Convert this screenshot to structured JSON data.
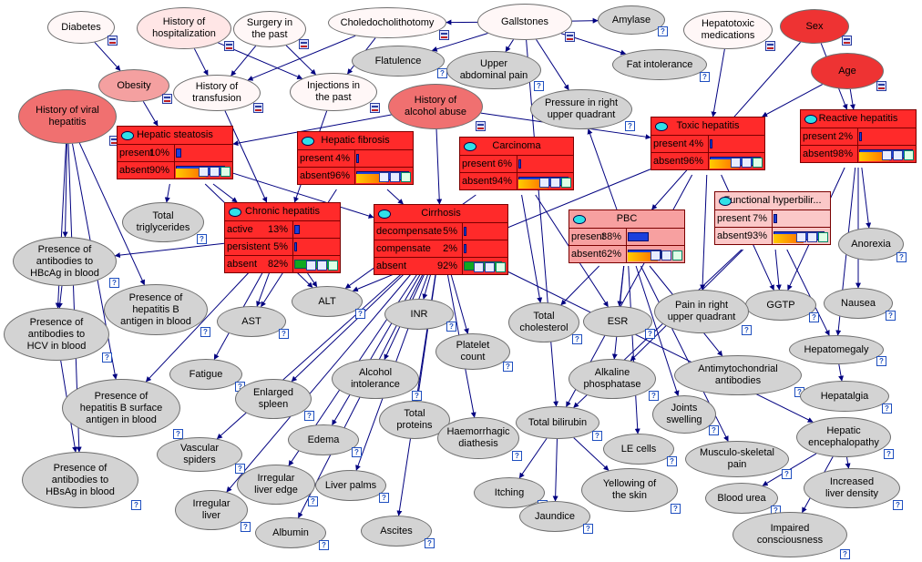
{
  "colors": {
    "edge": "#000080",
    "node_gray": "#d3d3d3",
    "node_white": "#fff7f7",
    "node_pink_light": "#ffe6e6",
    "node_pink": "#f4a0a0",
    "node_salmon": "#f07070",
    "node_red": "#ee3333",
    "box_red": "#ff2a2a",
    "box_pink": "#f7a0a0",
    "box_light": "#fbc8c8",
    "bar_blue": "#1c3fdc",
    "bar_green": "#10a820"
  },
  "icons": {
    "question": "question-icon",
    "monitor": "monitor-icon",
    "check": "check-icon"
  },
  "nodes": [
    {
      "id": "diabetes",
      "label": "Diabetes",
      "fill": "white",
      "q": false
    },
    {
      "id": "hist_hosp",
      "label": "History of\nhospitalization",
      "fill": "pink_light",
      "q": false
    },
    {
      "id": "surgery",
      "label": "Surgery in\nthe past",
      "fill": "white",
      "q": false
    },
    {
      "id": "choledoch",
      "label": "Choledocholithotomy",
      "fill": "white",
      "q": false
    },
    {
      "id": "gallstones",
      "label": "Gallstones",
      "fill": "white",
      "q": false
    },
    {
      "id": "amylase",
      "label": "Amylase",
      "fill": "gray",
      "q": true
    },
    {
      "id": "hepatotoxic",
      "label": "Hepatotoxic\nmedications",
      "fill": "white",
      "q": false
    },
    {
      "id": "sex",
      "label": "Sex",
      "fill": "red",
      "q": false
    },
    {
      "id": "flatulence",
      "label": "Flatulence",
      "fill": "gray",
      "q": true
    },
    {
      "id": "fat_intol",
      "label": "Fat intolerance",
      "fill": "gray",
      "q": true
    },
    {
      "id": "obesity",
      "label": "Obesity",
      "fill": "pink",
      "q": false
    },
    {
      "id": "upper_abd",
      "label": "Upper\nabdominal pain",
      "fill": "gray",
      "q": true
    },
    {
      "id": "age",
      "label": "Age",
      "fill": "red",
      "q": false
    },
    {
      "id": "hist_transf",
      "label": "History of\ntransfusion",
      "fill": "white",
      "q": false
    },
    {
      "id": "injections",
      "label": "Injections in\nthe past",
      "fill": "white",
      "q": false
    },
    {
      "id": "hist_viral",
      "label": "History of viral\nhepatitis",
      "fill": "salmon",
      "q": false
    },
    {
      "id": "hist_alcohol",
      "label": "History of\nalcohol abuse",
      "fill": "salmon",
      "q": false
    },
    {
      "id": "pressure_ruq",
      "label": "Pressure in right\nupper quadrant",
      "fill": "gray",
      "q": true
    },
    {
      "id": "total_trig",
      "label": "Total\ntriglycerides",
      "fill": "gray",
      "q": true
    },
    {
      "id": "anorexia",
      "label": "Anorexia",
      "fill": "gray",
      "q": true
    },
    {
      "id": "hbcag",
      "label": "Presence of\nantibodies to\nHBcAg in blood",
      "fill": "gray",
      "q": true
    },
    {
      "id": "hbsag_antigen",
      "label": "Presence of\nhepatitis B\nantigen in blood",
      "fill": "gray",
      "q": true
    },
    {
      "id": "alt",
      "label": "ALT",
      "fill": "gray",
      "q": true
    },
    {
      "id": "ggtp",
      "label": "GGTP",
      "fill": "gray",
      "q": true
    },
    {
      "id": "nausea",
      "label": "Nausea",
      "fill": "gray",
      "q": true
    },
    {
      "id": "hcv",
      "label": "Presence of\nantibodies to\nHCV in blood",
      "fill": "gray",
      "q": true
    },
    {
      "id": "ast",
      "label": "AST",
      "fill": "gray",
      "q": true
    },
    {
      "id": "inr",
      "label": "INR",
      "fill": "gray",
      "q": true
    },
    {
      "id": "total_chol",
      "label": "Total\ncholesterol",
      "fill": "gray",
      "q": true
    },
    {
      "id": "esr",
      "label": "ESR",
      "fill": "gray",
      "q": true
    },
    {
      "id": "pain_ruq",
      "label": "Pain in right\nupper quadrant",
      "fill": "gray",
      "q": true
    },
    {
      "id": "hepatomegaly",
      "label": "Hepatomegaly",
      "fill": "gray",
      "q": true
    },
    {
      "id": "platelet",
      "label": "Platelet\ncount",
      "fill": "gray",
      "q": true
    },
    {
      "id": "fatigue",
      "label": "Fatigue",
      "fill": "gray",
      "q": true
    },
    {
      "id": "alcohol_intol",
      "label": "Alcohol\nintolerance",
      "fill": "gray",
      "q": true
    },
    {
      "id": "alk_phos",
      "label": "Alkaline\nphosphatase",
      "fill": "gray",
      "q": true
    },
    {
      "id": "antimito",
      "label": "Antimytochondrial\nantibodies",
      "fill": "gray",
      "q": true
    },
    {
      "id": "hepatalgia",
      "label": "Hepatalgia",
      "fill": "gray",
      "q": true
    },
    {
      "id": "enlarged_spleen",
      "label": "Enlarged\nspleen",
      "fill": "gray",
      "q": true
    },
    {
      "id": "hbsag_surface",
      "label": "Presence of\nhepatitis B surface\nantigen in blood",
      "fill": "gray",
      "q": true
    },
    {
      "id": "total_proteins",
      "label": "Total\nproteins",
      "fill": "gray",
      "q": true
    },
    {
      "id": "joints",
      "label": "Joints\nswelling",
      "fill": "gray",
      "q": true
    },
    {
      "id": "total_bili",
      "label": "Total bilirubin",
      "fill": "gray",
      "q": true
    },
    {
      "id": "hep_enceph",
      "label": "Hepatic\nencephalopathy",
      "fill": "gray",
      "q": true
    },
    {
      "id": "edema",
      "label": "Edema",
      "fill": "gray",
      "q": true
    },
    {
      "id": "haemorrhagic",
      "label": "Haemorrhagic\ndiathesis",
      "fill": "gray",
      "q": true
    },
    {
      "id": "le_cells",
      "label": "LE cells",
      "fill": "gray",
      "q": true
    },
    {
      "id": "vascular",
      "label": "Vascular\nspiders",
      "fill": "gray",
      "q": true
    },
    {
      "id": "musculo",
      "label": "Musculo-skeletal\npain",
      "fill": "gray",
      "q": true
    },
    {
      "id": "hbsag_anti",
      "label": "Presence of\nantibodies to\nHBsAg in blood",
      "fill": "gray",
      "q": true
    },
    {
      "id": "irr_edge",
      "label": "Irregular\nliver edge",
      "fill": "gray",
      "q": true
    },
    {
      "id": "liver_palms",
      "label": "Liver palms",
      "fill": "gray",
      "q": true
    },
    {
      "id": "yellowing",
      "label": "Yellowing of\nthe skin",
      "fill": "gray",
      "q": true
    },
    {
      "id": "itching",
      "label": "Itching",
      "fill": "gray",
      "q": true
    },
    {
      "id": "increased_density",
      "label": "Increased\nliver density",
      "fill": "gray",
      "q": true
    },
    {
      "id": "blood_urea",
      "label": "Blood urea",
      "fill": "gray",
      "q": true
    },
    {
      "id": "irr_liver",
      "label": "Irregular\nliver",
      "fill": "gray",
      "q": true
    },
    {
      "id": "jaundice",
      "label": "Jaundice",
      "fill": "gray",
      "q": true
    },
    {
      "id": "albumin",
      "label": "Albumin",
      "fill": "gray",
      "q": true
    },
    {
      "id": "ascites",
      "label": "Ascites",
      "fill": "gray",
      "q": true
    },
    {
      "id": "impaired",
      "label": "Impaired\nconsciousness",
      "fill": "gray",
      "q": true
    }
  ],
  "boxes": [
    {
      "id": "hep_steatosis",
      "title": "Hepatic steatosis",
      "fill": "red",
      "states": [
        {
          "name": "present",
          "pct": "10%",
          "p": 0.1,
          "evid": false
        },
        {
          "name": "absent",
          "pct": "90%",
          "p": 0.9,
          "evid": true
        }
      ]
    },
    {
      "id": "hep_fibrosis",
      "title": "Hepatic fibrosis",
      "fill": "red",
      "states": [
        {
          "name": "present",
          "pct": "4%",
          "p": 0.04,
          "evid": false
        },
        {
          "name": "absent",
          "pct": "96%",
          "p": 0.96,
          "evid": true
        }
      ]
    },
    {
      "id": "carcinoma",
      "title": "Carcinoma",
      "fill": "red",
      "states": [
        {
          "name": "present",
          "pct": "6%",
          "p": 0.06,
          "evid": false
        },
        {
          "name": "absent",
          "pct": "94%",
          "p": 0.94,
          "evid": true
        }
      ]
    },
    {
      "id": "toxic_hep",
      "title": "Toxic hepatitis",
      "fill": "red",
      "states": [
        {
          "name": "present",
          "pct": "4%",
          "p": 0.04,
          "evid": false
        },
        {
          "name": "absent",
          "pct": "96%",
          "p": 0.96,
          "evid": true
        }
      ]
    },
    {
      "id": "reactive_hep",
      "title": "Reactive hepatitis",
      "fill": "red",
      "states": [
        {
          "name": "present",
          "pct": "2%",
          "p": 0.02,
          "evid": false
        },
        {
          "name": "absent",
          "pct": "98%",
          "p": 0.98,
          "evid": true
        }
      ]
    },
    {
      "id": "chronic_hep",
      "title": "Chronic hepatitis",
      "fill": "red",
      "states": [
        {
          "name": "active",
          "pct": "13%",
          "p": 0.13,
          "evid": false
        },
        {
          "name": "persistent",
          "pct": "5%",
          "p": 0.05,
          "evid": false
        },
        {
          "name": "absent",
          "pct": "82%",
          "p": 0.82,
          "evid": false,
          "green": true
        }
      ]
    },
    {
      "id": "cirrhosis",
      "title": "Cirrhosis",
      "fill": "red",
      "states": [
        {
          "name": "decompensate",
          "pct": "5%",
          "p": 0.05,
          "evid": false
        },
        {
          "name": "compensate",
          "pct": "2%",
          "p": 0.02,
          "evid": false
        },
        {
          "name": "absent",
          "pct": "92%",
          "p": 0.92,
          "evid": false,
          "green": true
        }
      ]
    },
    {
      "id": "pbc",
      "title": "PBC",
      "fill": "pink",
      "states": [
        {
          "name": "present",
          "pct": "38%",
          "p": 0.38,
          "evid": false
        },
        {
          "name": "absent",
          "pct": "62%",
          "p": 0.62,
          "evid": true
        }
      ]
    },
    {
      "id": "func_hyper",
      "title": "Functional hyperbilir...",
      "fill": "light",
      "states": [
        {
          "name": "present",
          "pct": "7%",
          "p": 0.07,
          "evid": false
        },
        {
          "name": "absent",
          "pct": "93%",
          "p": 0.93,
          "evid": true
        }
      ]
    }
  ],
  "edges": [
    [
      "diabetes",
      "obesity"
    ],
    [
      "obesity",
      "hep_steatosis"
    ],
    [
      "hist_hosp",
      "hist_transf"
    ],
    [
      "hist_hosp",
      "injections"
    ],
    [
      "surgery",
      "hist_transf"
    ],
    [
      "surgery",
      "injections"
    ],
    [
      "choledoch",
      "hist_transf"
    ],
    [
      "choledoch",
      "injections"
    ],
    [
      "gallstones",
      "choledoch"
    ],
    [
      "gallstones",
      "amylase"
    ],
    [
      "gallstones",
      "flatulence"
    ],
    [
      "gallstones",
      "fat_intol"
    ],
    [
      "gallstones",
      "upper_abd"
    ],
    [
      "gallstones",
      "pressure_ruq"
    ],
    [
      "gallstones",
      "total_bili"
    ],
    [
      "hepatotoxic",
      "toxic_hep"
    ],
    [
      "sex",
      "reactive_hep"
    ],
    [
      "sex",
      "pbc"
    ],
    [
      "age",
      "reactive_hep"
    ],
    [
      "age",
      "toxic_hep"
    ],
    [
      "hist_transf",
      "chronic_hep"
    ],
    [
      "injections",
      "chronic_hep"
    ],
    [
      "hist_viral",
      "hbcag"
    ],
    [
      "hist_viral",
      "hcv"
    ],
    [
      "hist_viral",
      "hbsag_antigen"
    ],
    [
      "hist_viral",
      "hbsag_anti"
    ],
    [
      "hist_viral",
      "hbsag_surface"
    ],
    [
      "hist_alcohol",
      "hep_steatosis"
    ],
    [
      "hist_alcohol",
      "toxic_hep"
    ],
    [
      "hist_alcohol",
      "cirrhosis"
    ],
    [
      "hep_steatosis",
      "total_trig"
    ],
    [
      "hep_steatosis",
      "chronic_hep"
    ],
    [
      "hep_steatosis",
      "cirrhosis"
    ],
    [
      "hep_steatosis",
      "alt"
    ],
    [
      "hep_fibrosis",
      "cirrhosis"
    ],
    [
      "hep_fibrosis",
      "ast"
    ],
    [
      "carcinoma",
      "alt"
    ],
    [
      "carcinoma",
      "total_chol"
    ],
    [
      "toxic_hep",
      "ggtp"
    ],
    [
      "toxic_hep",
      "pain_ruq"
    ],
    [
      "toxic_hep",
      "alt"
    ],
    [
      "reactive_hep",
      "anorexia"
    ],
    [
      "reactive_hep",
      "nausea"
    ],
    [
      "reactive_hep",
      "hepatomegaly"
    ],
    [
      "reactive_hep",
      "ggtp"
    ],
    [
      "chronic_hep",
      "hbcag"
    ],
    [
      "chronic_hep",
      "ast"
    ],
    [
      "chronic_hep",
      "fatigue"
    ],
    [
      "chronic_hep",
      "alt"
    ],
    [
      "chronic_hep",
      "hbsag_surface"
    ],
    [
      "cirrhosis",
      "inr"
    ],
    [
      "cirrhosis",
      "enlarged_spleen"
    ],
    [
      "cirrhosis",
      "edema"
    ],
    [
      "cirrhosis",
      "platelet"
    ],
    [
      "cirrhosis",
      "haemorrhagic"
    ],
    [
      "cirrhosis",
      "irr_liver"
    ],
    [
      "cirrhosis",
      "albumin"
    ],
    [
      "cirrhosis",
      "ascites"
    ],
    [
      "cirrhosis",
      "liver_palms"
    ],
    [
      "cirrhosis",
      "vascular"
    ],
    [
      "cirrhosis",
      "total_proteins"
    ],
    [
      "cirrhosis",
      "alcohol_intol"
    ],
    [
      "cirrhosis",
      "irr_edge"
    ],
    [
      "pbc",
      "esr"
    ],
    [
      "pbc",
      "alk_phos"
    ],
    [
      "pbc",
      "antimito"
    ],
    [
      "pbc",
      "joints"
    ],
    [
      "pbc",
      "le_cells"
    ],
    [
      "pbc",
      "musculo"
    ],
    [
      "pbc",
      "pressure_ruq"
    ],
    [
      "pbc",
      "total_chol"
    ],
    [
      "func_hyper",
      "total_bili"
    ],
    [
      "func_hyper",
      "hepatomegaly"
    ],
    [
      "func_hyper",
      "ggtp"
    ],
    [
      "func_hyper",
      "alk_phos"
    ],
    [
      "hepatomegaly",
      "hepatalgia"
    ],
    [
      "total_bili",
      "itching"
    ],
    [
      "total_bili",
      "jaundice"
    ],
    [
      "total_bili",
      "yellowing"
    ],
    [
      "hep_enceph",
      "impaired"
    ],
    [
      "hep_enceph",
      "blood_urea"
    ],
    [
      "hep_enceph",
      "increased_density"
    ],
    [
      "hcv",
      "hbsag_anti"
    ],
    [
      "hbcag",
      "hcv"
    ],
    [
      "cirrhosis",
      "hep_enceph"
    ],
    [
      "carcinoma",
      "esr"
    ],
    [
      "toxic_hep",
      "total_bili"
    ]
  ]
}
